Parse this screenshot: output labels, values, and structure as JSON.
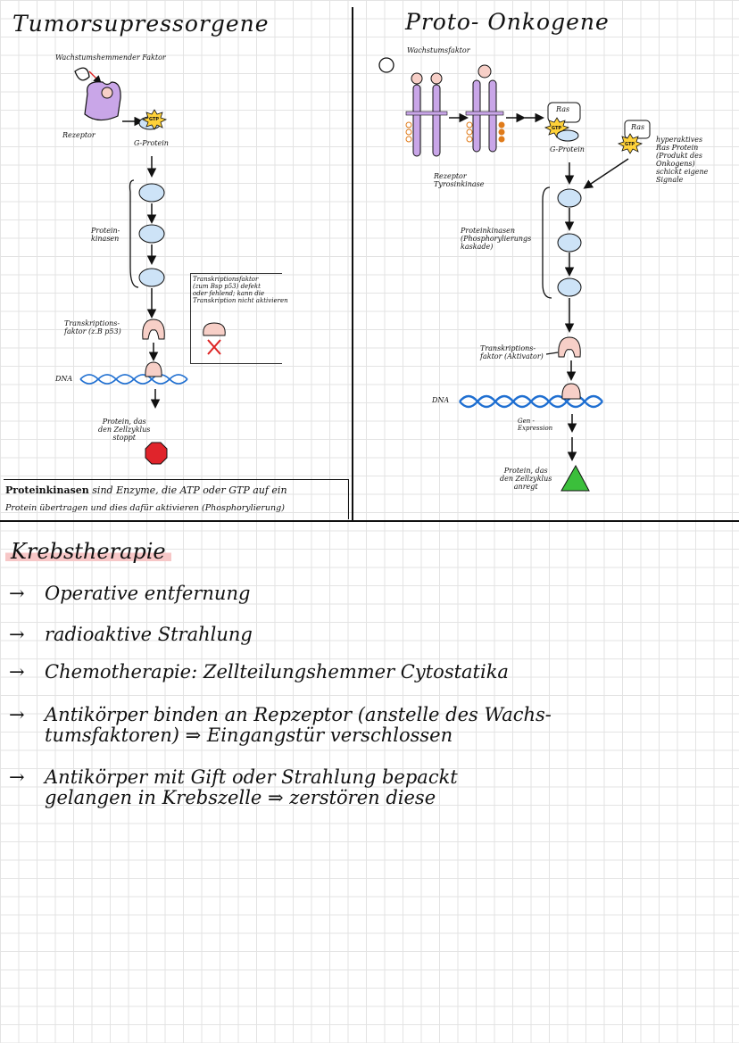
{
  "left": {
    "title": "Tumorsupressorgene",
    "growth_inhibitor": "Wachstumshemmender Faktor",
    "receptor": "Rezeptor",
    "gtp": "GTP",
    "g_protein": "G-Protein",
    "protein_kinases": "Protein-\nkinasen",
    "transcription_factor": "Transkriptions-\nfaktor (z.B p53)",
    "dna": "DNA",
    "protein_stop": "Protein, das\nden Zellzyklus\nstoppt",
    "box_text": "Transkriptionsfaktor\n(zum Bsp p53) defekt\noder fehlend; kann die\nTranskription nicht aktivieren"
  },
  "right": {
    "title": "Proto- Onkogene",
    "growth_factor": "Wachstumsfaktor",
    "receptor": "Rezeptor\nTyrosinkinase",
    "ras": "Ras",
    "gtp": "GTP",
    "g_protein": "G-Protein",
    "hyperactive": "hyperaktives\nRas Protein\n(Produkt des\nOnkogens)\nschickt eigene\nSignale",
    "kinase_cascade": "Proteinkinasen\n(Phosphorylierungs\nkaskade)",
    "transcription_factor": "Transkriptions-\nfaktor (Aktivator)",
    "dna": "DNA",
    "gene_expression": "Gen -\nExpression",
    "protein_stimulate": "Protein, das\nden Zellzyklus\nanregt"
  },
  "note": {
    "term": "Proteinkinasen",
    "line1_rest": " sind Enzyme, die ATP oder GTP auf ein",
    "line2": "Protein übertragen und dies dafür aktivieren (Phosphorylierung)"
  },
  "therapy": {
    "title": "Krebstherapie",
    "arrow": "→",
    "items": [
      {
        "lines": [
          "Operative entfernung"
        ]
      },
      {
        "lines": [
          "radioaktive Strahlung"
        ]
      },
      {
        "lines": [
          "Chemotherapie:    Zellteilungshemmer Cytostatika"
        ]
      },
      {
        "lines": [
          "Antikörper binden an Repzeptor (anstelle des Wachs-",
          "tumsfaktoren)   ⇒ Eingangstür verschlossen"
        ]
      },
      {
        "lines": [
          "Antikörper mit Gift oder Strahlung bepackt",
          "gelangen in Krebszelle ⇒ zerstören diese"
        ]
      }
    ]
  },
  "colors": {
    "receptor_purple": "#c9a6e8",
    "kinase_blue": "#cde3f7",
    "tf_pink": "#f7cfc7",
    "dna_blue": "#1f6fd1",
    "stop_red": "#e0242b",
    "go_green": "#3bbf3b",
    "gtp_yellow": "#ffd23a",
    "highlight_pink": "#f7c7c7"
  }
}
